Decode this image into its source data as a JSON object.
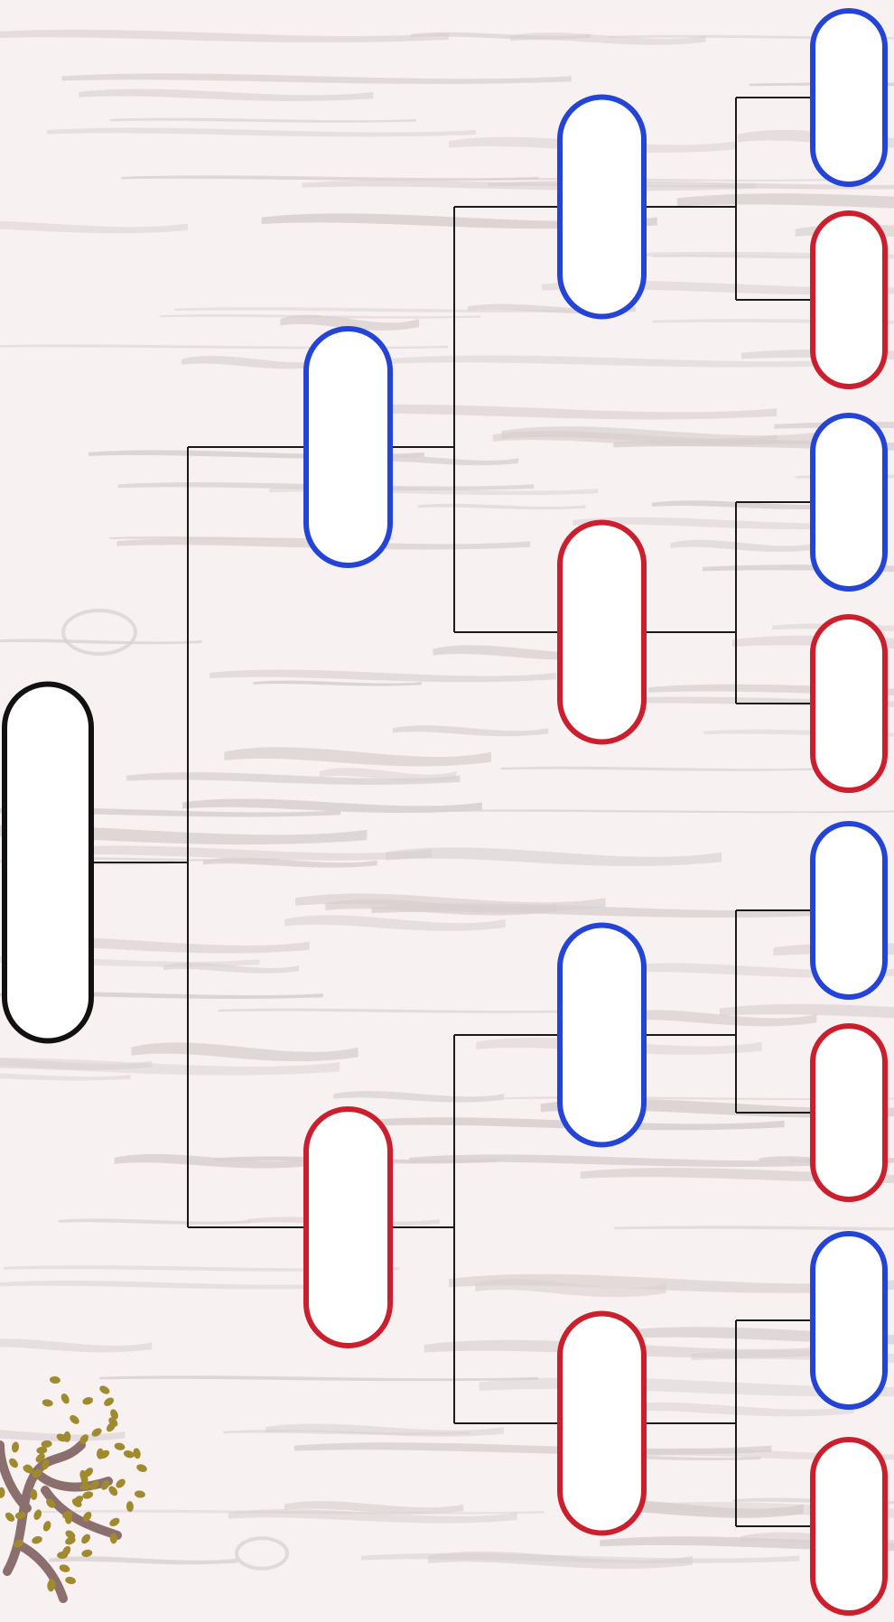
{
  "chart": {
    "background_color": "#f8f1f1",
    "grain_color": "#d8cfcf",
    "line_color": "#1a1a1a",
    "colors": {
      "root": "#111111",
      "paternal": "#2444d8",
      "maternal": "#cc1f2e"
    }
  },
  "tree": {
    "root": {
      "color": "root",
      "name": ""
    },
    "generation_2": [
      {
        "color": "paternal",
        "name": ""
      },
      {
        "color": "maternal",
        "name": ""
      }
    ],
    "generation_3": [
      {
        "color": "paternal",
        "name": ""
      },
      {
        "color": "maternal",
        "name": ""
      },
      {
        "color": "paternal",
        "name": ""
      },
      {
        "color": "maternal",
        "name": ""
      }
    ],
    "generation_4": [
      {
        "color": "paternal",
        "name": ""
      },
      {
        "color": "maternal",
        "name": ""
      },
      {
        "color": "paternal",
        "name": ""
      },
      {
        "color": "maternal",
        "name": ""
      },
      {
        "color": "paternal",
        "name": ""
      },
      {
        "color": "maternal",
        "name": ""
      },
      {
        "color": "paternal",
        "name": ""
      },
      {
        "color": "maternal",
        "name": ""
      }
    ]
  },
  "decoration": {
    "icon": "tree-icon",
    "trunk_color": "#8b6f6f",
    "leaf_color": "#a08a2e"
  }
}
